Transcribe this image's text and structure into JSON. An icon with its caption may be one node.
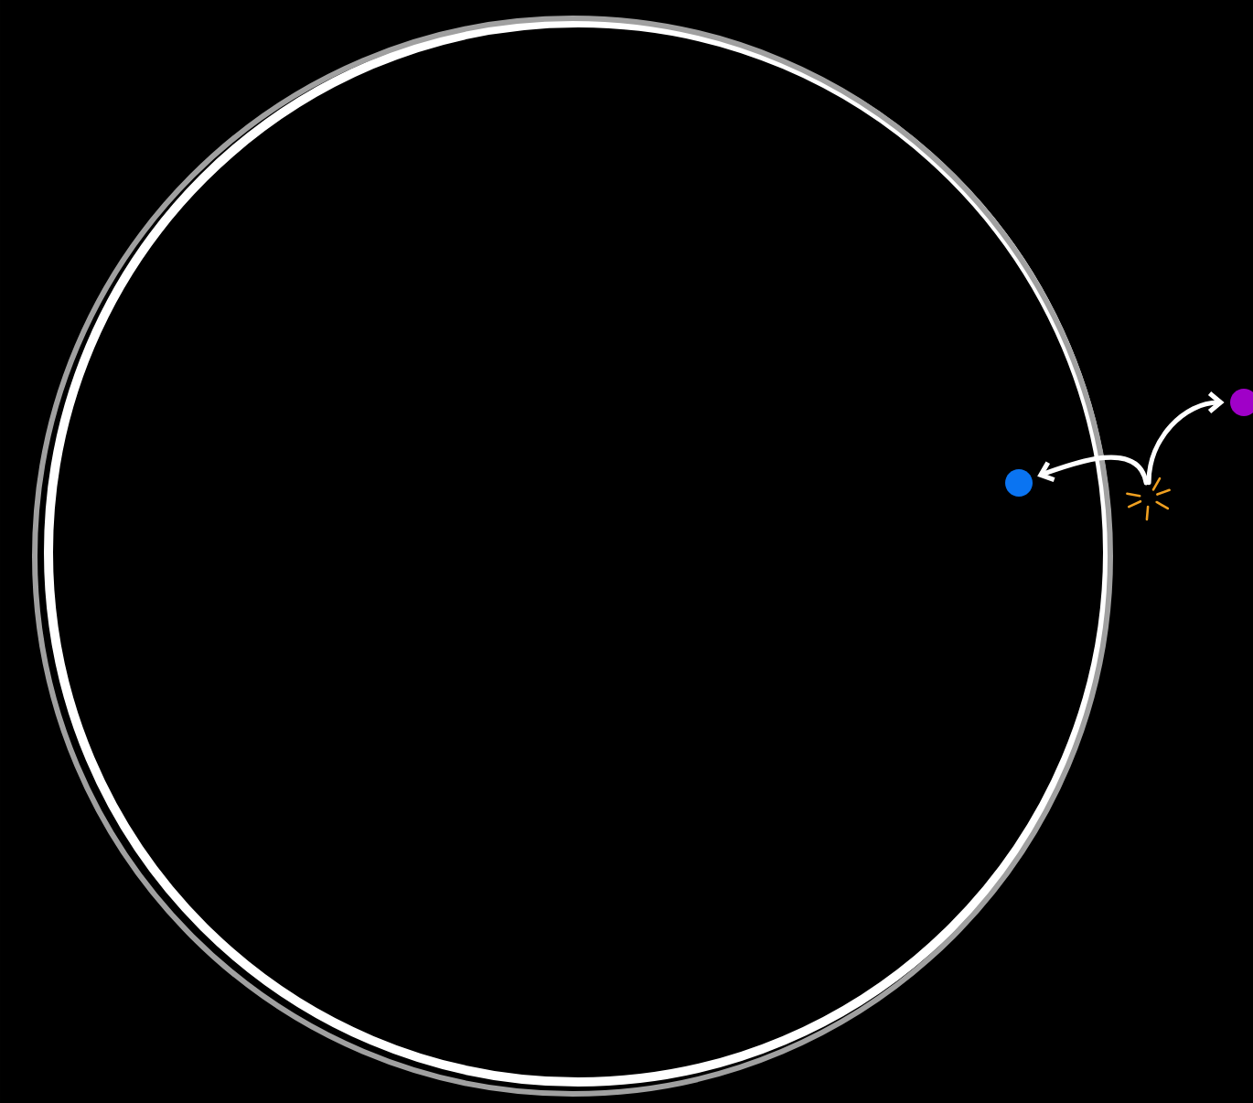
{
  "diagram": {
    "nodes": [
      {
        "text": [],
        "shape": "circle"
      },
      {
        "text": [],
        "shape": "circle",
        "in": 0
      },
      {
        "text": [],
        "shape": "circle"
      },
      {
        "text": [],
        "shape": "burst"
      }
    ],
    "edges": [
      {
        "from": 3,
        "to": 1,
        "arrow": "to"
      },
      {
        "from": 3,
        "to": 2,
        "arrow": "to"
      }
    ]
  }
}
